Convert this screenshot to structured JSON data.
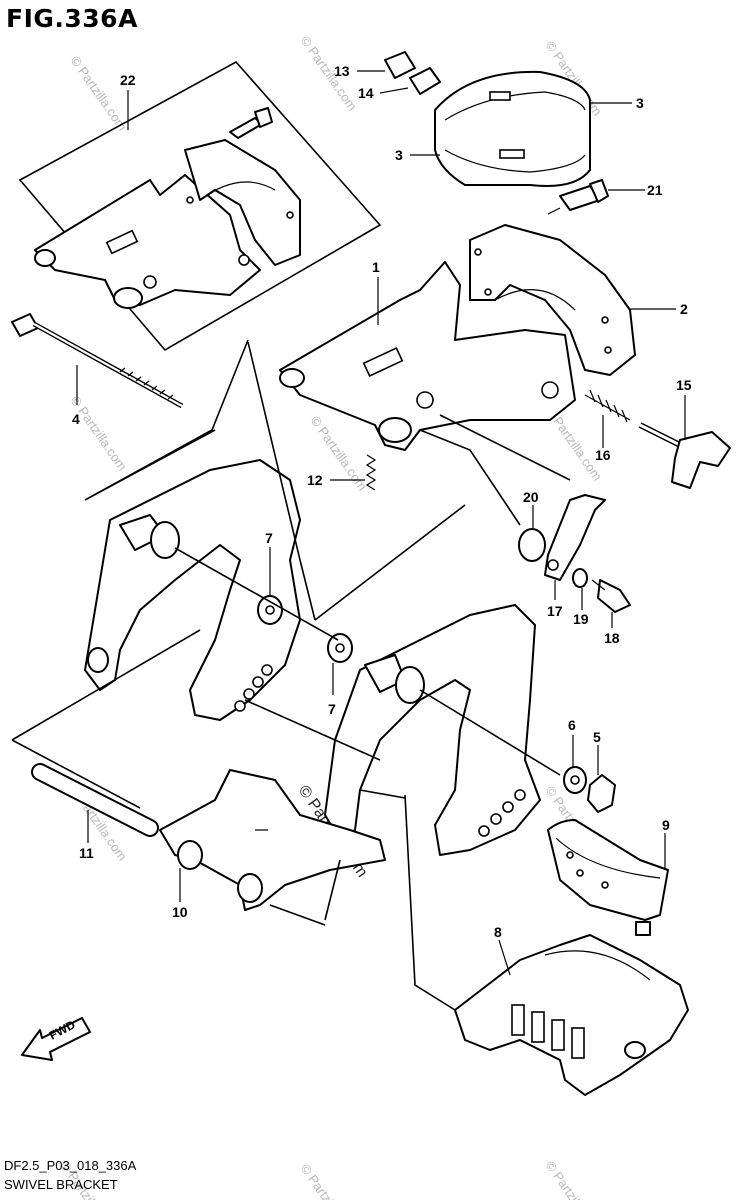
{
  "figure": {
    "title": "FIG.336A",
    "code": "DF2.5_P03_018_336A",
    "name": "SWIVEL BRACKET",
    "fwd_label": "FWD"
  },
  "callouts": [
    {
      "id": "c22",
      "label": "22"
    },
    {
      "id": "c13",
      "label": "13"
    },
    {
      "id": "c14",
      "label": "14"
    },
    {
      "id": "c3a",
      "label": "3"
    },
    {
      "id": "c3b",
      "label": "3"
    },
    {
      "id": "c21",
      "label": "21"
    },
    {
      "id": "c1",
      "label": "1"
    },
    {
      "id": "c2",
      "label": "2"
    },
    {
      "id": "c4",
      "label": "4"
    },
    {
      "id": "c15",
      "label": "15"
    },
    {
      "id": "c16",
      "label": "16"
    },
    {
      "id": "c12",
      "label": "12"
    },
    {
      "id": "c20",
      "label": "20"
    },
    {
      "id": "c7a",
      "label": "7"
    },
    {
      "id": "c17",
      "label": "17"
    },
    {
      "id": "c19",
      "label": "19"
    },
    {
      "id": "c18",
      "label": "18"
    },
    {
      "id": "c7b",
      "label": "7"
    },
    {
      "id": "c6",
      "label": "6"
    },
    {
      "id": "c5",
      "label": "5"
    },
    {
      "id": "c9",
      "label": "9"
    },
    {
      "id": "c11",
      "label": "11"
    },
    {
      "id": "c10",
      "label": "10"
    },
    {
      "id": "c8",
      "label": "8"
    }
  ],
  "watermark": {
    "text": "© Partzilla.com"
  }
}
